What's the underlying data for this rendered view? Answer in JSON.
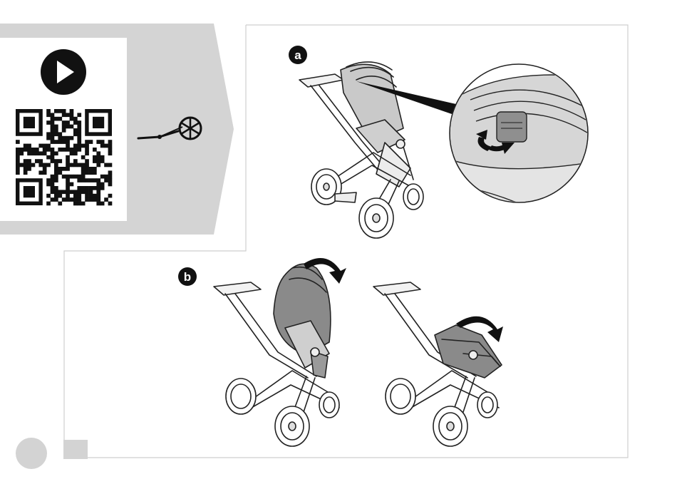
{
  "steps": {
    "a": {
      "label": "a"
    },
    "b": {
      "label": "b"
    }
  },
  "icons": {
    "play": "play-icon",
    "qr": "qr-code",
    "tool": "wheel-wrench-icon",
    "rotate": "rotate-arrow-icon"
  },
  "colors": {
    "banner_gray": "#d4d4d4",
    "page_marker_gray": "#d3d3d3",
    "ink": "#111111",
    "canopy_gray": "#8a8a8a",
    "frame_light": "#e6e6e6"
  }
}
